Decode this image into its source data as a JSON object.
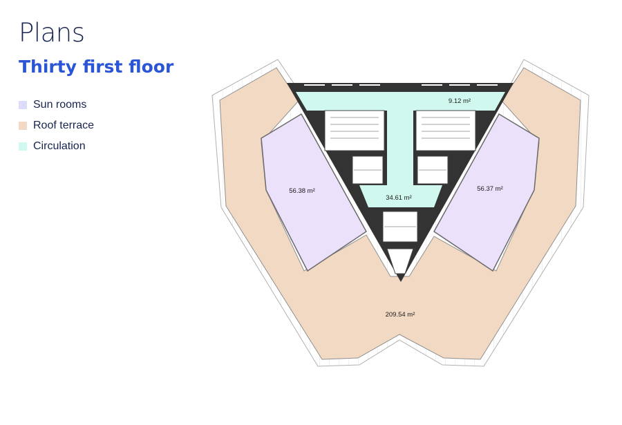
{
  "header": {
    "title": "Plans",
    "subtitle": "Thirty first floor"
  },
  "legend": [
    {
      "label": "Sun rooms",
      "color": "#dcdcfa"
    },
    {
      "label": "Roof terrace",
      "color": "#f1d9c6"
    },
    {
      "label": "Circulation",
      "color": "#d2f9f0"
    }
  ],
  "plan": {
    "colors": {
      "terrace": "#f2d9c4",
      "sunroom": "#ece1fb",
      "circulation": "#d0f8ef",
      "wall": "#333333"
    },
    "areas": {
      "corridor_top": "9.12 m²",
      "sunroom_left": "56.38 m²",
      "sunroom_right": "56.37 m²",
      "lobby": "34.61 m²",
      "terrace": "209.54 m²"
    }
  }
}
